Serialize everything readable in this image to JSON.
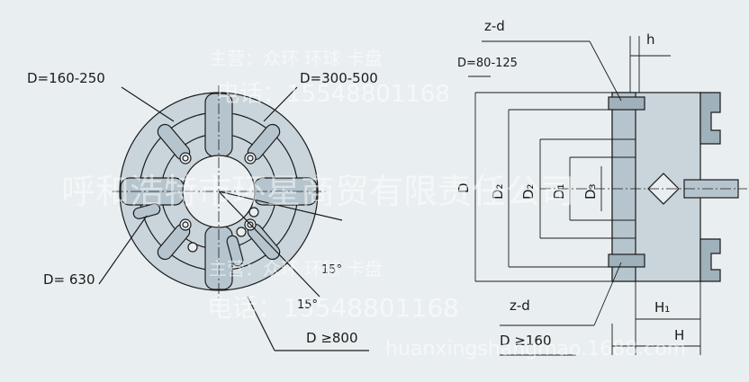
{
  "colors": {
    "background": "#e9eef1",
    "body_fill": "#c9d5db",
    "body_dark": "#9fb1ba",
    "line": "#1b1b1b",
    "watermark": "#ffffff"
  },
  "labels": {
    "front_d_small": "D=160-250",
    "front_d_mid": "D=300-500",
    "front_d_630": "D= 630",
    "front_d_800": "D ≥800",
    "angle_1": "15°",
    "angle_2": "15°",
    "side_zd_top": "z-d",
    "side_zd_bottom": "z-d",
    "side_h": "h",
    "side_d_range": "D=80-125",
    "side_d_160": "D ≥160",
    "dim_D": "D",
    "dim_D2a": "D₂",
    "dim_D2b": "D₂",
    "dim_D1": "D₁",
    "dim_D3": "D₃",
    "dim_H1": "H₁",
    "dim_H": "H"
  },
  "watermarks": {
    "line1_top": "主营：众环 环球 卡盘",
    "line2_top": "电话：15548801168",
    "company": "呼和浩特市环星商贸有限责任公司",
    "line1_bottom": "主营：众环 环球 卡盘",
    "line2_bottom": "电话：15548801168",
    "url": "huanxingshangmao.1688.com"
  }
}
